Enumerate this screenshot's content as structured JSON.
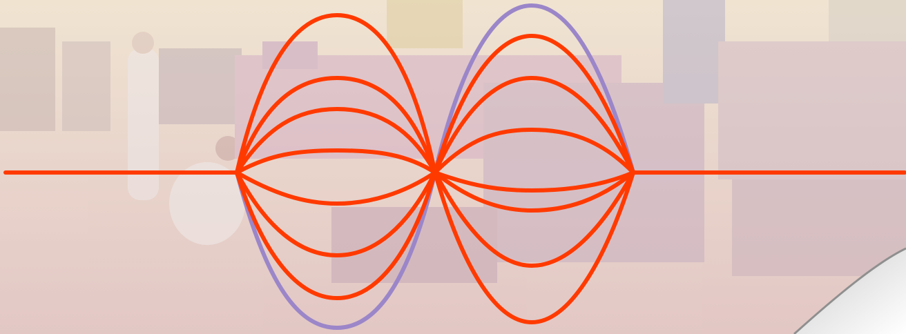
{
  "colors": {
    "background_wash": "#e8d5cd",
    "beam_line": "#ff3a00",
    "envelope": "#9b86c9",
    "page_curl": "#ffffff"
  },
  "background": {
    "description_icon": "accelerator-hall-photo"
  },
  "diagram": {
    "curve_count_per_lobe": 8,
    "lobe_count": 2
  }
}
